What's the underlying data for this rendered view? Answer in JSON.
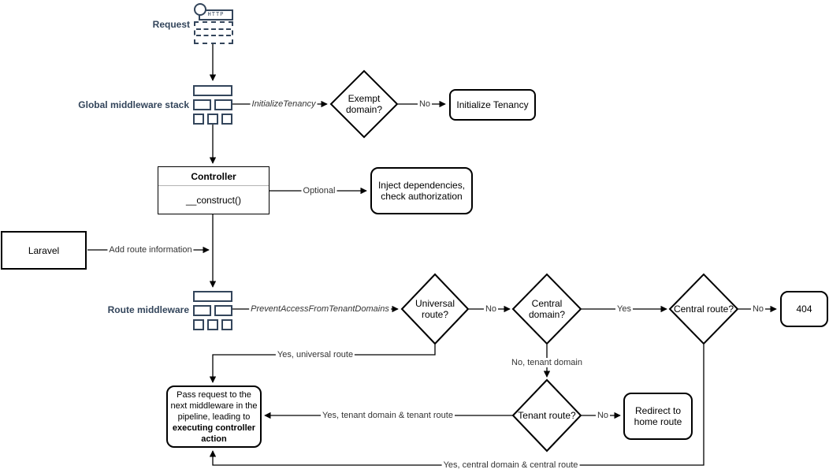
{
  "title": "Laravel tenancy request lifecycle flowchart",
  "colors": {
    "navy_accent": "#33455b",
    "shape_stroke": "#000000",
    "edge_label_text": "#333333",
    "background": "#ffffff"
  },
  "nodes": {
    "request_label": "Request",
    "http_icon_text": "HTTP",
    "global_middleware_label": "Global middleware stack",
    "route_middleware_label": "Route middleware",
    "exempt_domain": "Exempt domain?",
    "initialize_tenancy": "Initialize Tenancy",
    "controller_title": "Controller",
    "controller_method": "__construct()",
    "inject_dependencies": "Inject dependencies, check authorization",
    "laravel": "Laravel",
    "universal_route": "Universal route?",
    "central_domain": "Central domain?",
    "central_route": "Central route?",
    "not_found": "404",
    "tenant_route": "Tenant route?",
    "redirect_home": "Redirect to home route",
    "pass_request_normal": "Pass request to the next middleware in the pipeline, leading to ",
    "pass_request_bold": "executing controller action"
  },
  "edges": {
    "initialize_tenancy_middleware": "InitializeTenancy",
    "no_exempt": "No",
    "optional": "Optional",
    "add_route_information": "Add route information",
    "prevent_access_middleware": "PreventAccessFromTenantDomains",
    "no_universal": "No",
    "yes_central_domain": "Yes",
    "no_central_route": "No",
    "yes_universal_route": "Yes, universal route",
    "no_tenant_domain": "No, tenant domain",
    "yes_tenant_route": "Yes, tenant domain & tenant route",
    "no_tenant_route": "No",
    "yes_central_route": "Yes, central domain & central route"
  }
}
